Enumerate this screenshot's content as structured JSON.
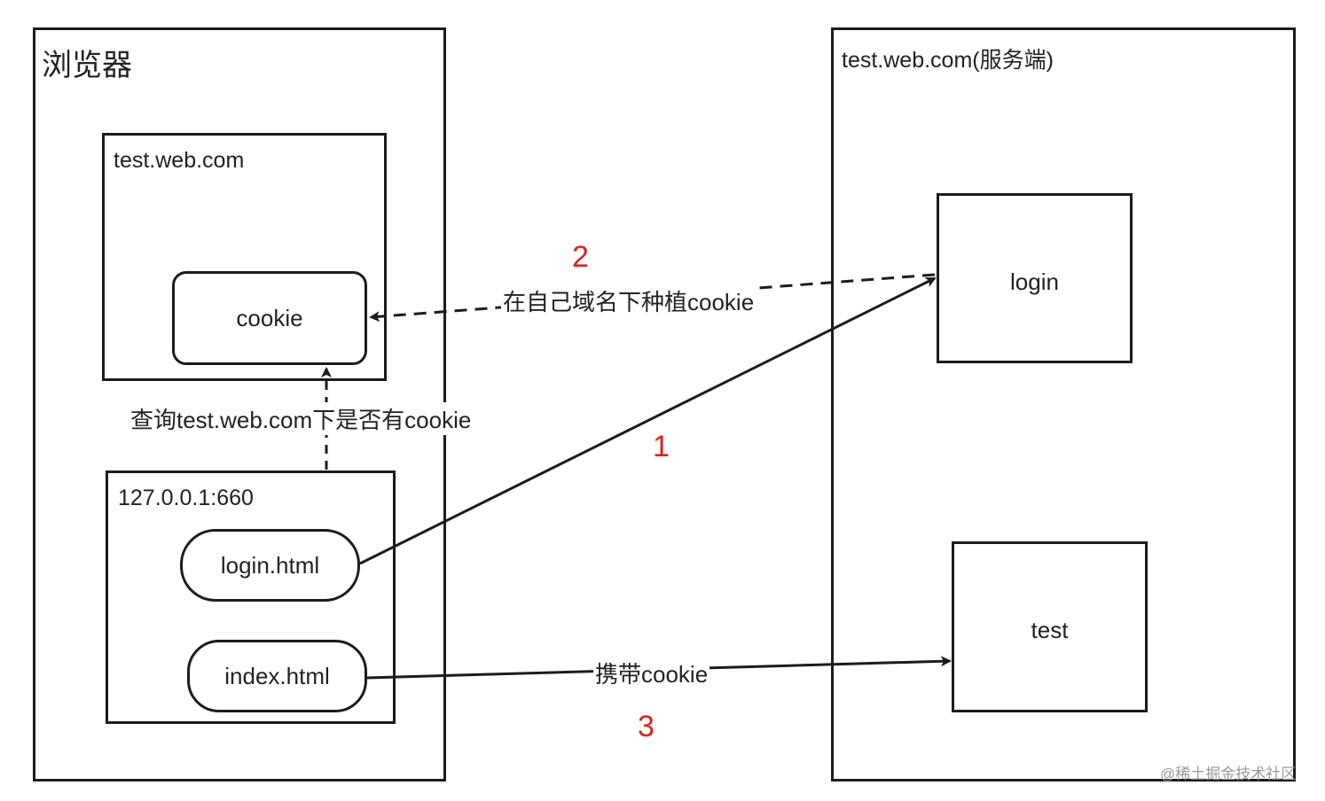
{
  "browser": {
    "title": "浏览器",
    "domain_box": {
      "title": "test.web.com",
      "cookie_label": "cookie"
    },
    "local_box": {
      "title": "127.0.0.1:660",
      "login_page": "login.html",
      "index_page": "index.html"
    }
  },
  "server": {
    "title": "test.web.com(服务端)",
    "login_label": "login",
    "test_label": "test"
  },
  "edges": {
    "query_label": "查询test.web.com下是否有cookie",
    "plant_label": "在自己域名下种植cookie",
    "carry_label": "携带cookie"
  },
  "steps": {
    "one": "1",
    "two": "2",
    "three": "3"
  },
  "watermark": "@稀土掘金技术社区",
  "colors": {
    "stroke": "#1c1c1c",
    "step_number": "#e0201c",
    "watermark": "#9a9a9a"
  }
}
